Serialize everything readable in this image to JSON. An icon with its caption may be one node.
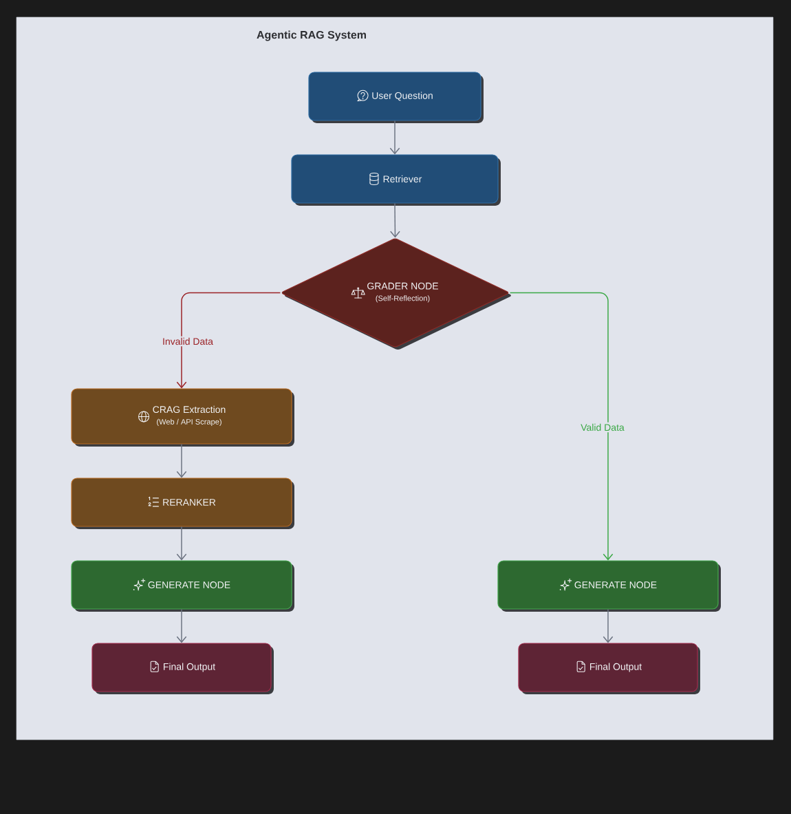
{
  "diagram": {
    "title": "Agentic RAG System",
    "nodes": [
      {
        "text": [
          "User Question"
        ]
      },
      {
        "text": [
          "Retriever"
        ]
      },
      {
        "text": [
          "GRADER NODE",
          "(Self-Reflection)"
        ]
      },
      {
        "text": [
          "CRAG Extraction",
          "(Web / API Scrape)"
        ]
      },
      {
        "text": [
          "RERANKER"
        ]
      },
      {
        "text": [
          "GENERATE NODE"
        ]
      },
      {
        "text": [
          "Final Output"
        ]
      },
      {
        "text": [
          "GENERATE NODE"
        ]
      },
      {
        "text": [
          "Final Output"
        ]
      }
    ],
    "edges": [
      {
        "from": 0,
        "to": 1,
        "arrow": "to"
      },
      {
        "from": 1,
        "to": 2,
        "arrow": "to"
      },
      {
        "from": 2,
        "to": 3,
        "arrow": "to",
        "label": "Invalid Data",
        "color": "#9b2226"
      },
      {
        "from": 2,
        "to": 7,
        "arrow": "to",
        "label": "Valid Data",
        "color": "#3aa845"
      },
      {
        "from": 3,
        "to": 4,
        "arrow": "to"
      },
      {
        "from": 4,
        "to": 5,
        "arrow": "to"
      },
      {
        "from": 5,
        "to": 6,
        "arrow": "to"
      },
      {
        "from": 7,
        "to": 8,
        "arrow": "to"
      }
    ]
  }
}
